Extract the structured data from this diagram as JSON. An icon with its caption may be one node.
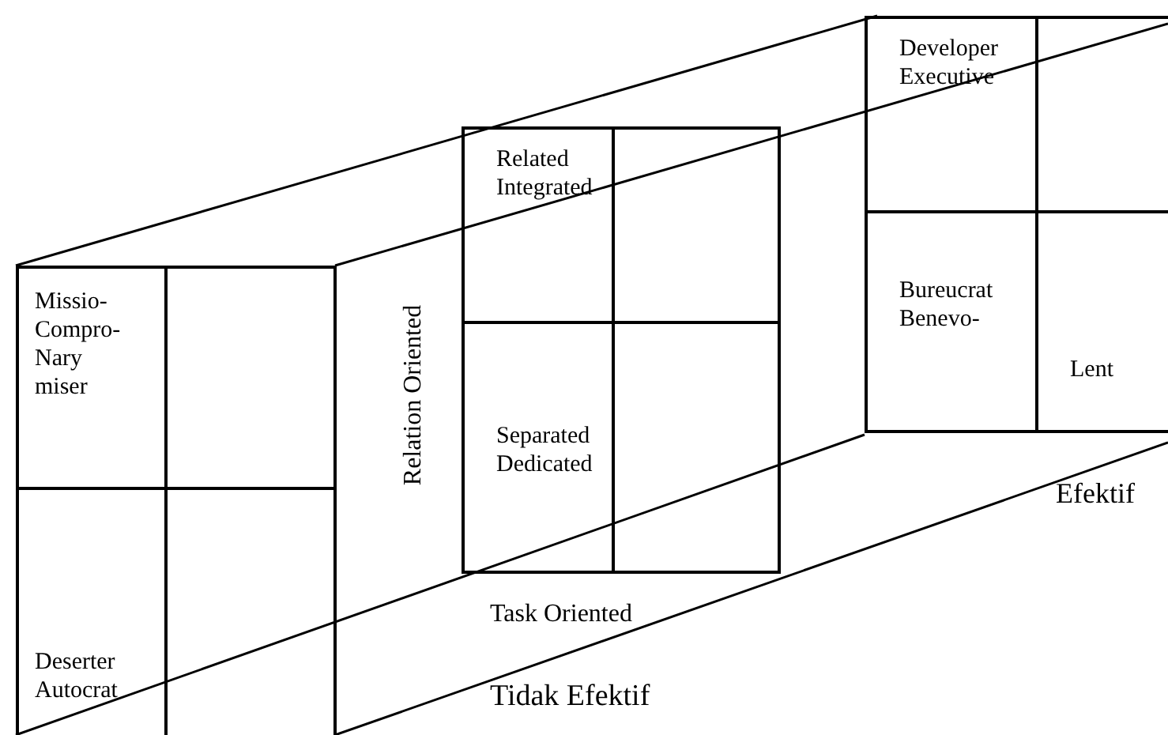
{
  "diagram": {
    "nodes": [
      {
        "text": [
          "Missio- Compro- Nary miser"
        ]
      },
      {
        "text": [],
        "shape": "box"
      },
      {
        "text": [
          "Deserter Autocrat"
        ]
      },
      {
        "text": [],
        "shape": "box"
      },
      {
        "text": [
          "Related Integrated"
        ]
      },
      {
        "text": [],
        "shape": "box"
      },
      {
        "text": [
          "Separated Dedicated"
        ]
      },
      {
        "text": [],
        "shape": "box"
      },
      {
        "text": [
          "Developer Executive"
        ]
      },
      {
        "text": [],
        "shape": "box"
      },
      {
        "text": [
          "Bureucrat Benevo-"
        ]
      },
      {
        "text": [
          "Lent"
        ]
      }
    ],
    "edges": [],
    "labels": [
      "Relation Oriented",
      "Task Oriented",
      "Efektif",
      "Tidak Efektif"
    ]
  }
}
